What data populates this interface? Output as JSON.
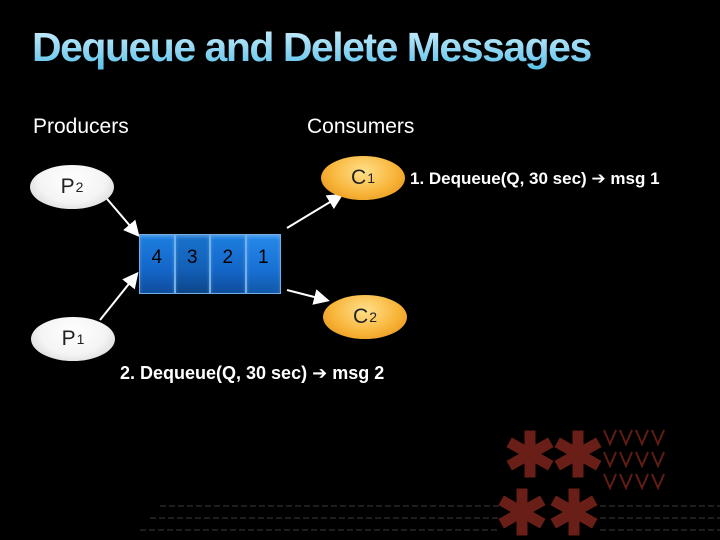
{
  "title": "Dequeue and Delete Messages",
  "headings": {
    "producers": "Producers",
    "consumers": "Consumers"
  },
  "producers": [
    {
      "label": "P",
      "subscript": "2"
    },
    {
      "label": "P",
      "subscript": "1"
    }
  ],
  "consumers": [
    {
      "label": "C",
      "subscript": "1"
    },
    {
      "label": "C",
      "subscript": "2"
    }
  ],
  "queue": {
    "messages": [
      "4",
      "3",
      "2",
      "1"
    ]
  },
  "steps": {
    "step1": {
      "text": "1. Dequeue(Q, 30 sec)",
      "arrow": "➔",
      "result": "msg 1"
    },
    "step2": {
      "text": "2. Dequeue(Q, 30 sec)",
      "arrow": "➔",
      "result": "msg 2"
    }
  },
  "colors": {
    "title": "#8fd6f2",
    "queue": "#1466c8",
    "consumer": "#f8b53a",
    "producer": "#f4f4f4",
    "decoration": "#c0392b"
  }
}
